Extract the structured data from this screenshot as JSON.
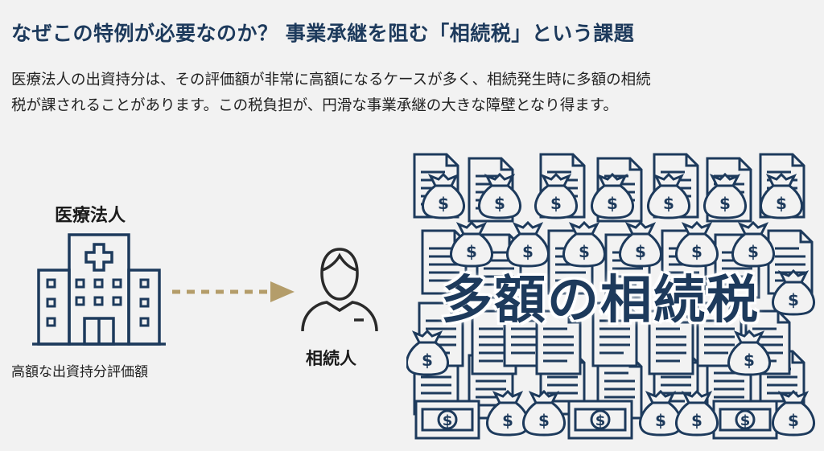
{
  "header": {
    "title": "なぜこの特例が必要なのか？ 事業承継を阻む「相続税」という課題"
  },
  "description": {
    "lines": [
      "医療法人の出資持分は、その評価額が非常に高額になるケースが多く、相続発生時に多額の相続",
      "税が課されることがあります。この税負担が、円滑な事業承継の大きな障壁となり得ます。"
    ]
  },
  "diagram": {
    "organization_label": "医療法人",
    "organization_caption": "高額な出資持分評価額",
    "heir_label": "相続人",
    "tax_label": "多額の相続税"
  },
  "colors": {
    "navy": "#1d3a5c",
    "arrow": "#b49d6a",
    "background": "#f2f2f2"
  }
}
